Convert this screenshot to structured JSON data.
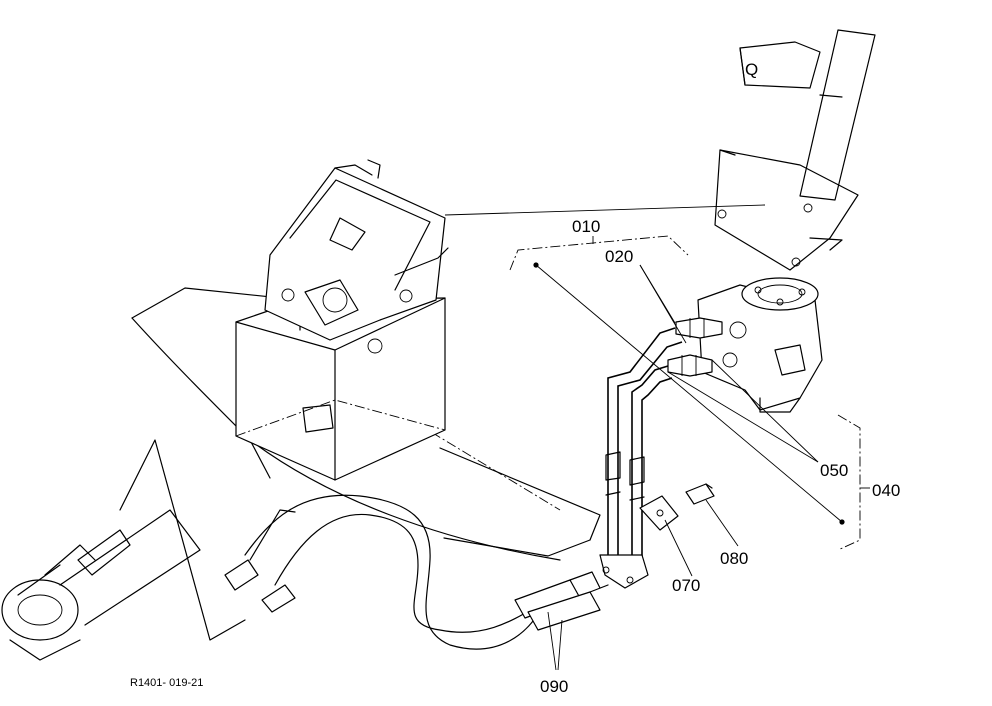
{
  "callouts": {
    "c010": "010",
    "c020": "020",
    "c040": "040",
    "c050": "050",
    "c070": "070",
    "c080": "080",
    "c090": "090"
  },
  "part_mark": "Q",
  "reference_code": "R1401- 019-21"
}
